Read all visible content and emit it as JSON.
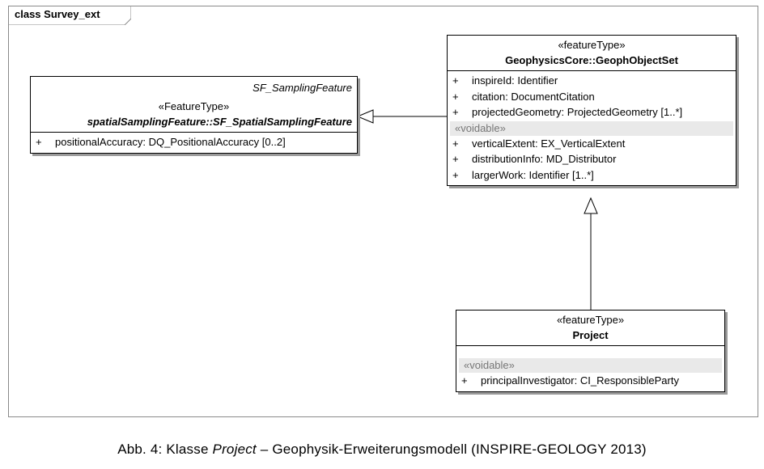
{
  "frame": {
    "title": "class Survey_ext"
  },
  "classes": {
    "sf": {
      "abstract_label": "SF_SamplingFeature",
      "stereotype": "«FeatureType»",
      "name": "spatialSamplingFeature::SF_SpatialSamplingFeature",
      "attributes": [
        {
          "vis": "+",
          "text": "positionalAccuracy:  DQ_PositionalAccuracy [0..2]"
        }
      ]
    },
    "geo": {
      "stereotype": "«featureType»",
      "name": "GeophysicsCore::GeophObjectSet",
      "attributes": [
        {
          "vis": "+",
          "text": "inspireId:  Identifier"
        },
        {
          "vis": "+",
          "text": "citation:  DocumentCitation"
        },
        {
          "vis": "+",
          "text": "projectedGeometry:  ProjectedGeometry [1..*]"
        }
      ],
      "voidable_label": "«voidable»",
      "voidable_attributes": [
        {
          "vis": "+",
          "text": "verticalExtent:  EX_VerticalExtent"
        },
        {
          "vis": "+",
          "text": "distributionInfo:  MD_Distributor"
        },
        {
          "vis": "+",
          "text": "largerWork:  Identifier [1..*]"
        }
      ]
    },
    "proj": {
      "stereotype": "«featureType»",
      "name": "Project",
      "voidable_label": "«voidable»",
      "voidable_attributes": [
        {
          "vis": "+",
          "text": "principalInvestigator:  CI_ResponsibleParty"
        }
      ]
    }
  },
  "caption": {
    "prefix": "Abb. 4: Klasse ",
    "italic": "Project",
    "suffix": " – Geophysik-Erweiterungsmodell (INSPIRE-GEOLOGY 2013)"
  }
}
